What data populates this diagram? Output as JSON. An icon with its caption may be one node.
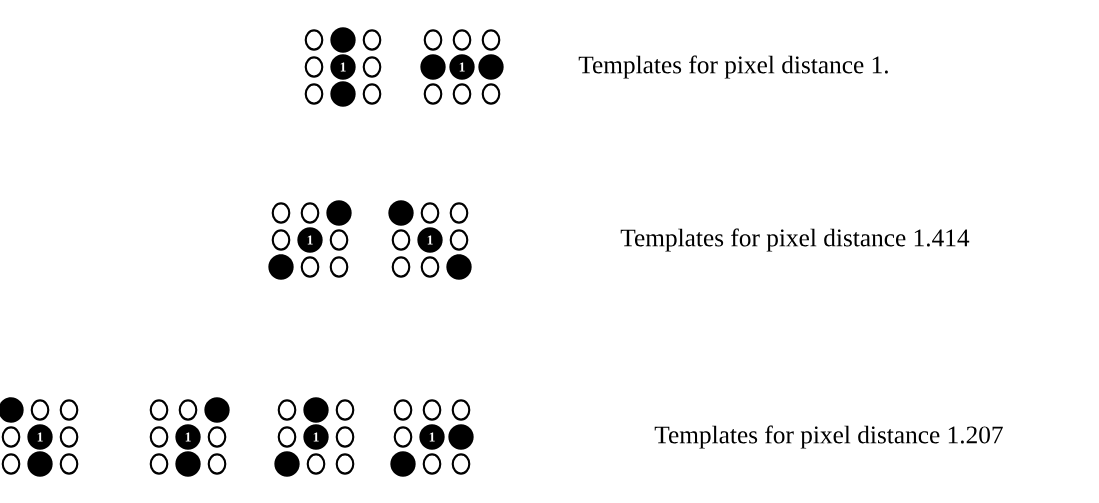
{
  "diagram": {
    "labels": [
      "1",
      "1",
      "Templates for pixel distance 1.",
      "1",
      "1",
      "Templates for pixel distance 1.414",
      "1",
      "1",
      "1",
      "1",
      "Templates for pixel distance 1.207"
    ]
  }
}
